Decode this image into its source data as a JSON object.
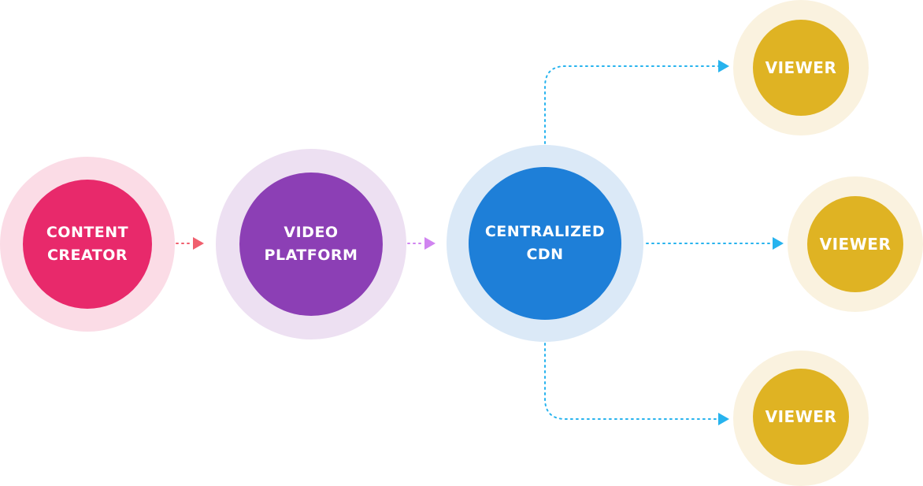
{
  "nodes": {
    "creator": {
      "line1": "CONTENT",
      "line2": "CREATOR"
    },
    "platform": {
      "line1": "VIDEO",
      "line2": "PLATFORM"
    },
    "cdn": {
      "line1": "CENTRALIZED",
      "line2": "CDN"
    },
    "viewers": [
      {
        "label": "VIEWER"
      },
      {
        "label": "VIEWER"
      },
      {
        "label": "VIEWER"
      }
    ]
  },
  "colors": {
    "creator": "#e8296b",
    "creator_halo": "#fbdce6",
    "platform": "#8c3fb5",
    "platform_halo": "#ede0f2",
    "cdn": "#1e7fd8",
    "cdn_halo": "#dbe9f7",
    "viewer": "#dfb323",
    "viewer_halo": "#faf2df",
    "arrow_creator": "#f05f6e",
    "arrow_platform": "#d084f0",
    "arrow_cdn": "#27b3ee"
  }
}
